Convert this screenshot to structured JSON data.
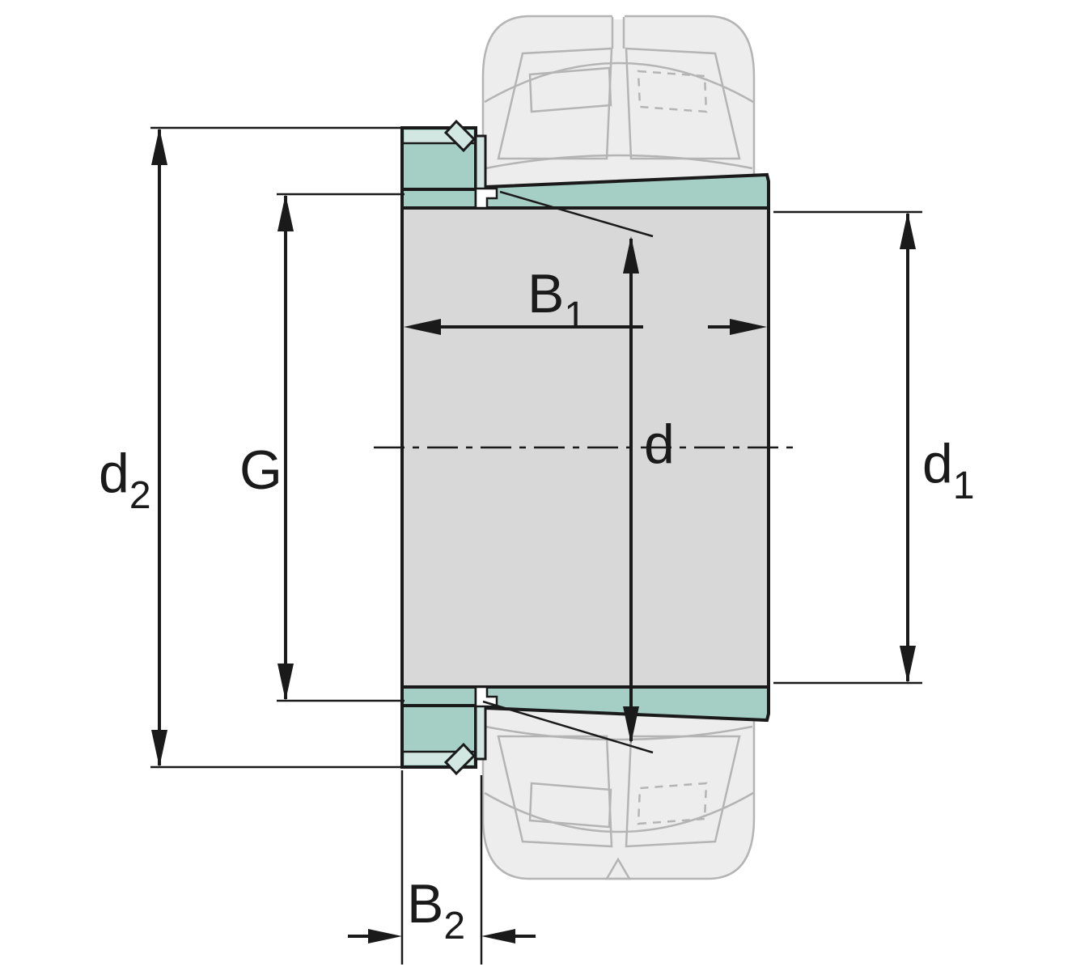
{
  "colors": {
    "background": "#ffffff",
    "line": "#1a1a1a",
    "teal": "#a5cec5",
    "teal_light": "#d2e7e1",
    "body_gray": "#d8d8d8",
    "ghost_fill": "#ededed",
    "ghost_stroke": "#b4b4b4"
  },
  "labels": {
    "d2": {
      "main": "d",
      "sub": "2"
    },
    "g": {
      "main": "G",
      "sub": ""
    },
    "b1": {
      "main": "B",
      "sub": "1"
    },
    "d": {
      "main": "d",
      "sub": ""
    },
    "d1": {
      "main": "d",
      "sub": "1"
    },
    "b2": {
      "main": "B",
      "sub": "2"
    }
  }
}
